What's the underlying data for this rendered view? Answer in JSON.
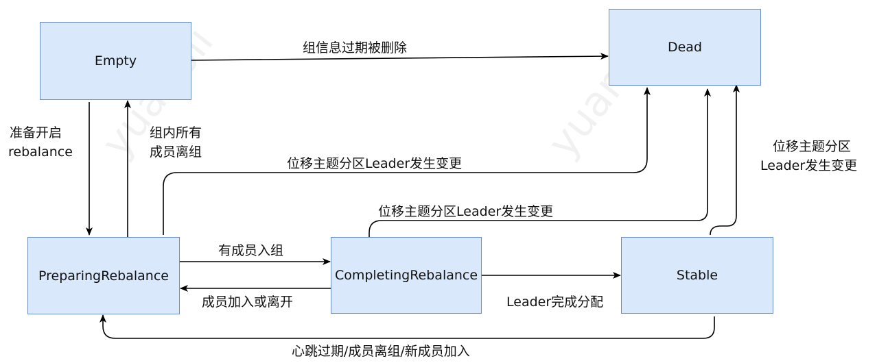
{
  "states": {
    "empty": "Empty",
    "dead": "Dead",
    "preparing": "PreparingRebalance",
    "completing": "CompletingRebalance",
    "stable": "Stable"
  },
  "transitions": {
    "empty_to_dead": "组信息过期被删除",
    "empty_to_preparing_line1": "准备开启",
    "empty_to_preparing_line2": "rebalance",
    "preparing_to_empty_line1": "组内所有",
    "preparing_to_empty_line2": "成员离组",
    "preparing_to_dead": "位移主题分区Leader发生变更",
    "completing_to_dead": "位移主题分区Leader发生变更",
    "stable_to_dead_line1": "位移主题分区",
    "stable_to_dead_line2": "Leader发生变更",
    "preparing_to_completing": "有成员入组",
    "completing_to_preparing": "成员加入或离开",
    "completing_to_stable": "Leader完成分配",
    "stable_to_preparing": "心跳过期/成员离组/新成员加入"
  },
  "watermark": "yuanbli"
}
